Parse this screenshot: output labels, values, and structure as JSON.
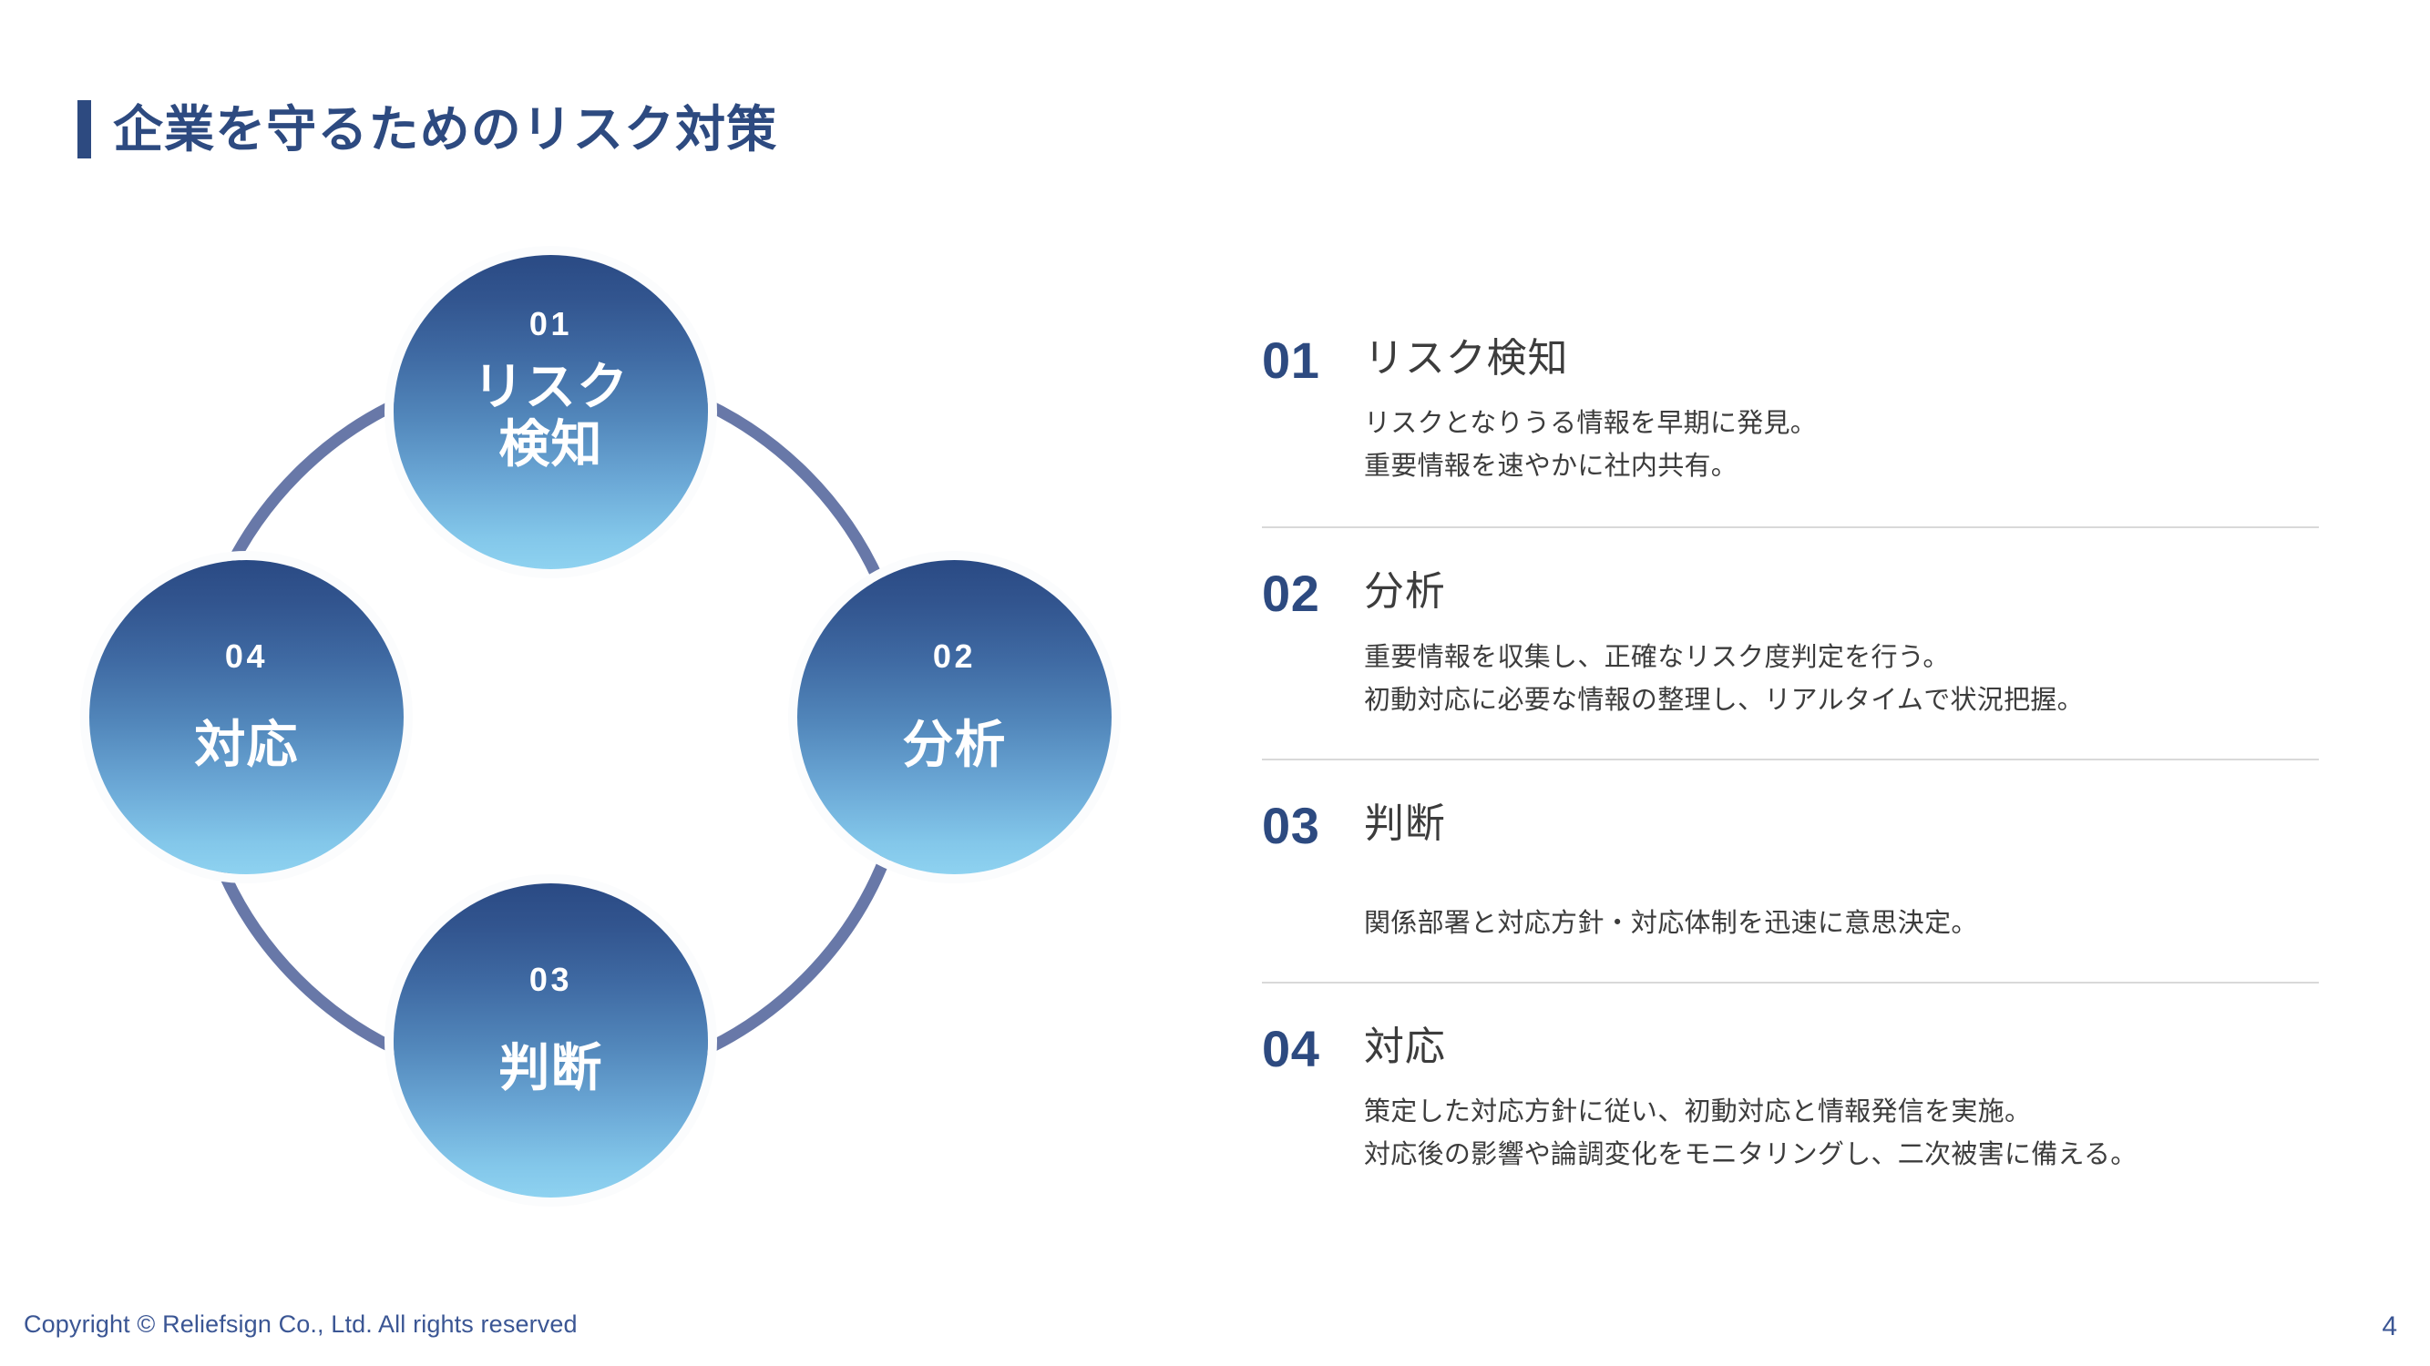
{
  "slide": {
    "title": "企業を守るためのリスク対策",
    "accent_color": "#2d4a80",
    "page_number": "4",
    "copyright": "Copyright © Reliefsign Co., Ltd.  All rights reserved"
  },
  "diagram": {
    "arc_color": "#6878a8",
    "node_gradient_top": "#2a4a84",
    "node_gradient_bottom": "#8ed2f0",
    "nodes": [
      {
        "num": "01",
        "label_line1": "リスク",
        "label_line2": "検知",
        "position": "top"
      },
      {
        "num": "02",
        "label_line1": "分析",
        "label_line2": "",
        "position": "right"
      },
      {
        "num": "03",
        "label_line1": "判断",
        "label_line2": "",
        "position": "bottom"
      },
      {
        "num": "04",
        "label_line1": "対応",
        "label_line2": "",
        "position": "left"
      }
    ]
  },
  "steps": [
    {
      "num": "01",
      "heading": "リスク検知",
      "lines": [
        "リスクとなりうる情報を早期に発見。",
        "重要情報を速やかに社内共有。"
      ]
    },
    {
      "num": "02",
      "heading": "分析",
      "lines": [
        "重要情報を収集し、正確なリスク度判定を行う。",
        "初動対応に必要な情報の整理し、リアルタイムで状況把握。"
      ]
    },
    {
      "num": "03",
      "heading": "判断",
      "lines": [
        "関係部署と対応方針・対応体制を迅速に意思決定。"
      ]
    },
    {
      "num": "04",
      "heading": "対応",
      "lines": [
        "策定した対応方針に従い、初動対応と情報発信を実施。",
        "対応後の影響や論調変化をモニタリングし、二次被害に備える。"
      ]
    }
  ]
}
